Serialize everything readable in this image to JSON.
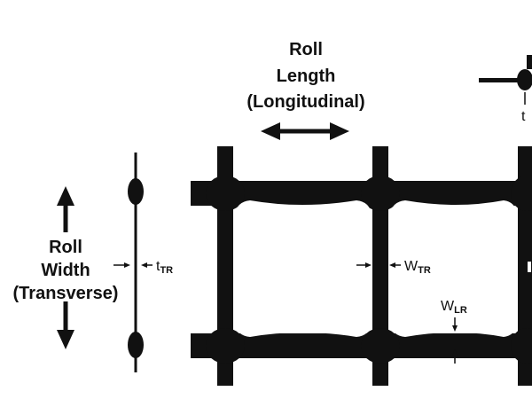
{
  "roll_length": {
    "line1": "Roll",
    "line2": "Length",
    "line3": "(Longitudinal)"
  },
  "roll_width": {
    "line1": "Roll",
    "line2": "Width",
    "line3": "(Transverse)"
  },
  "dimensions": {
    "t_tr": {
      "symbol": "t",
      "subscript": "TR"
    },
    "w_tr": {
      "symbol": "W",
      "subscript": "TR"
    },
    "w_lr": {
      "symbol": "W",
      "subscript": "LR"
    },
    "t_lr": {
      "symbol": "t",
      "subscript": ""
    }
  },
  "colors": {
    "ink": "#111111",
    "background": "#ffffff"
  }
}
